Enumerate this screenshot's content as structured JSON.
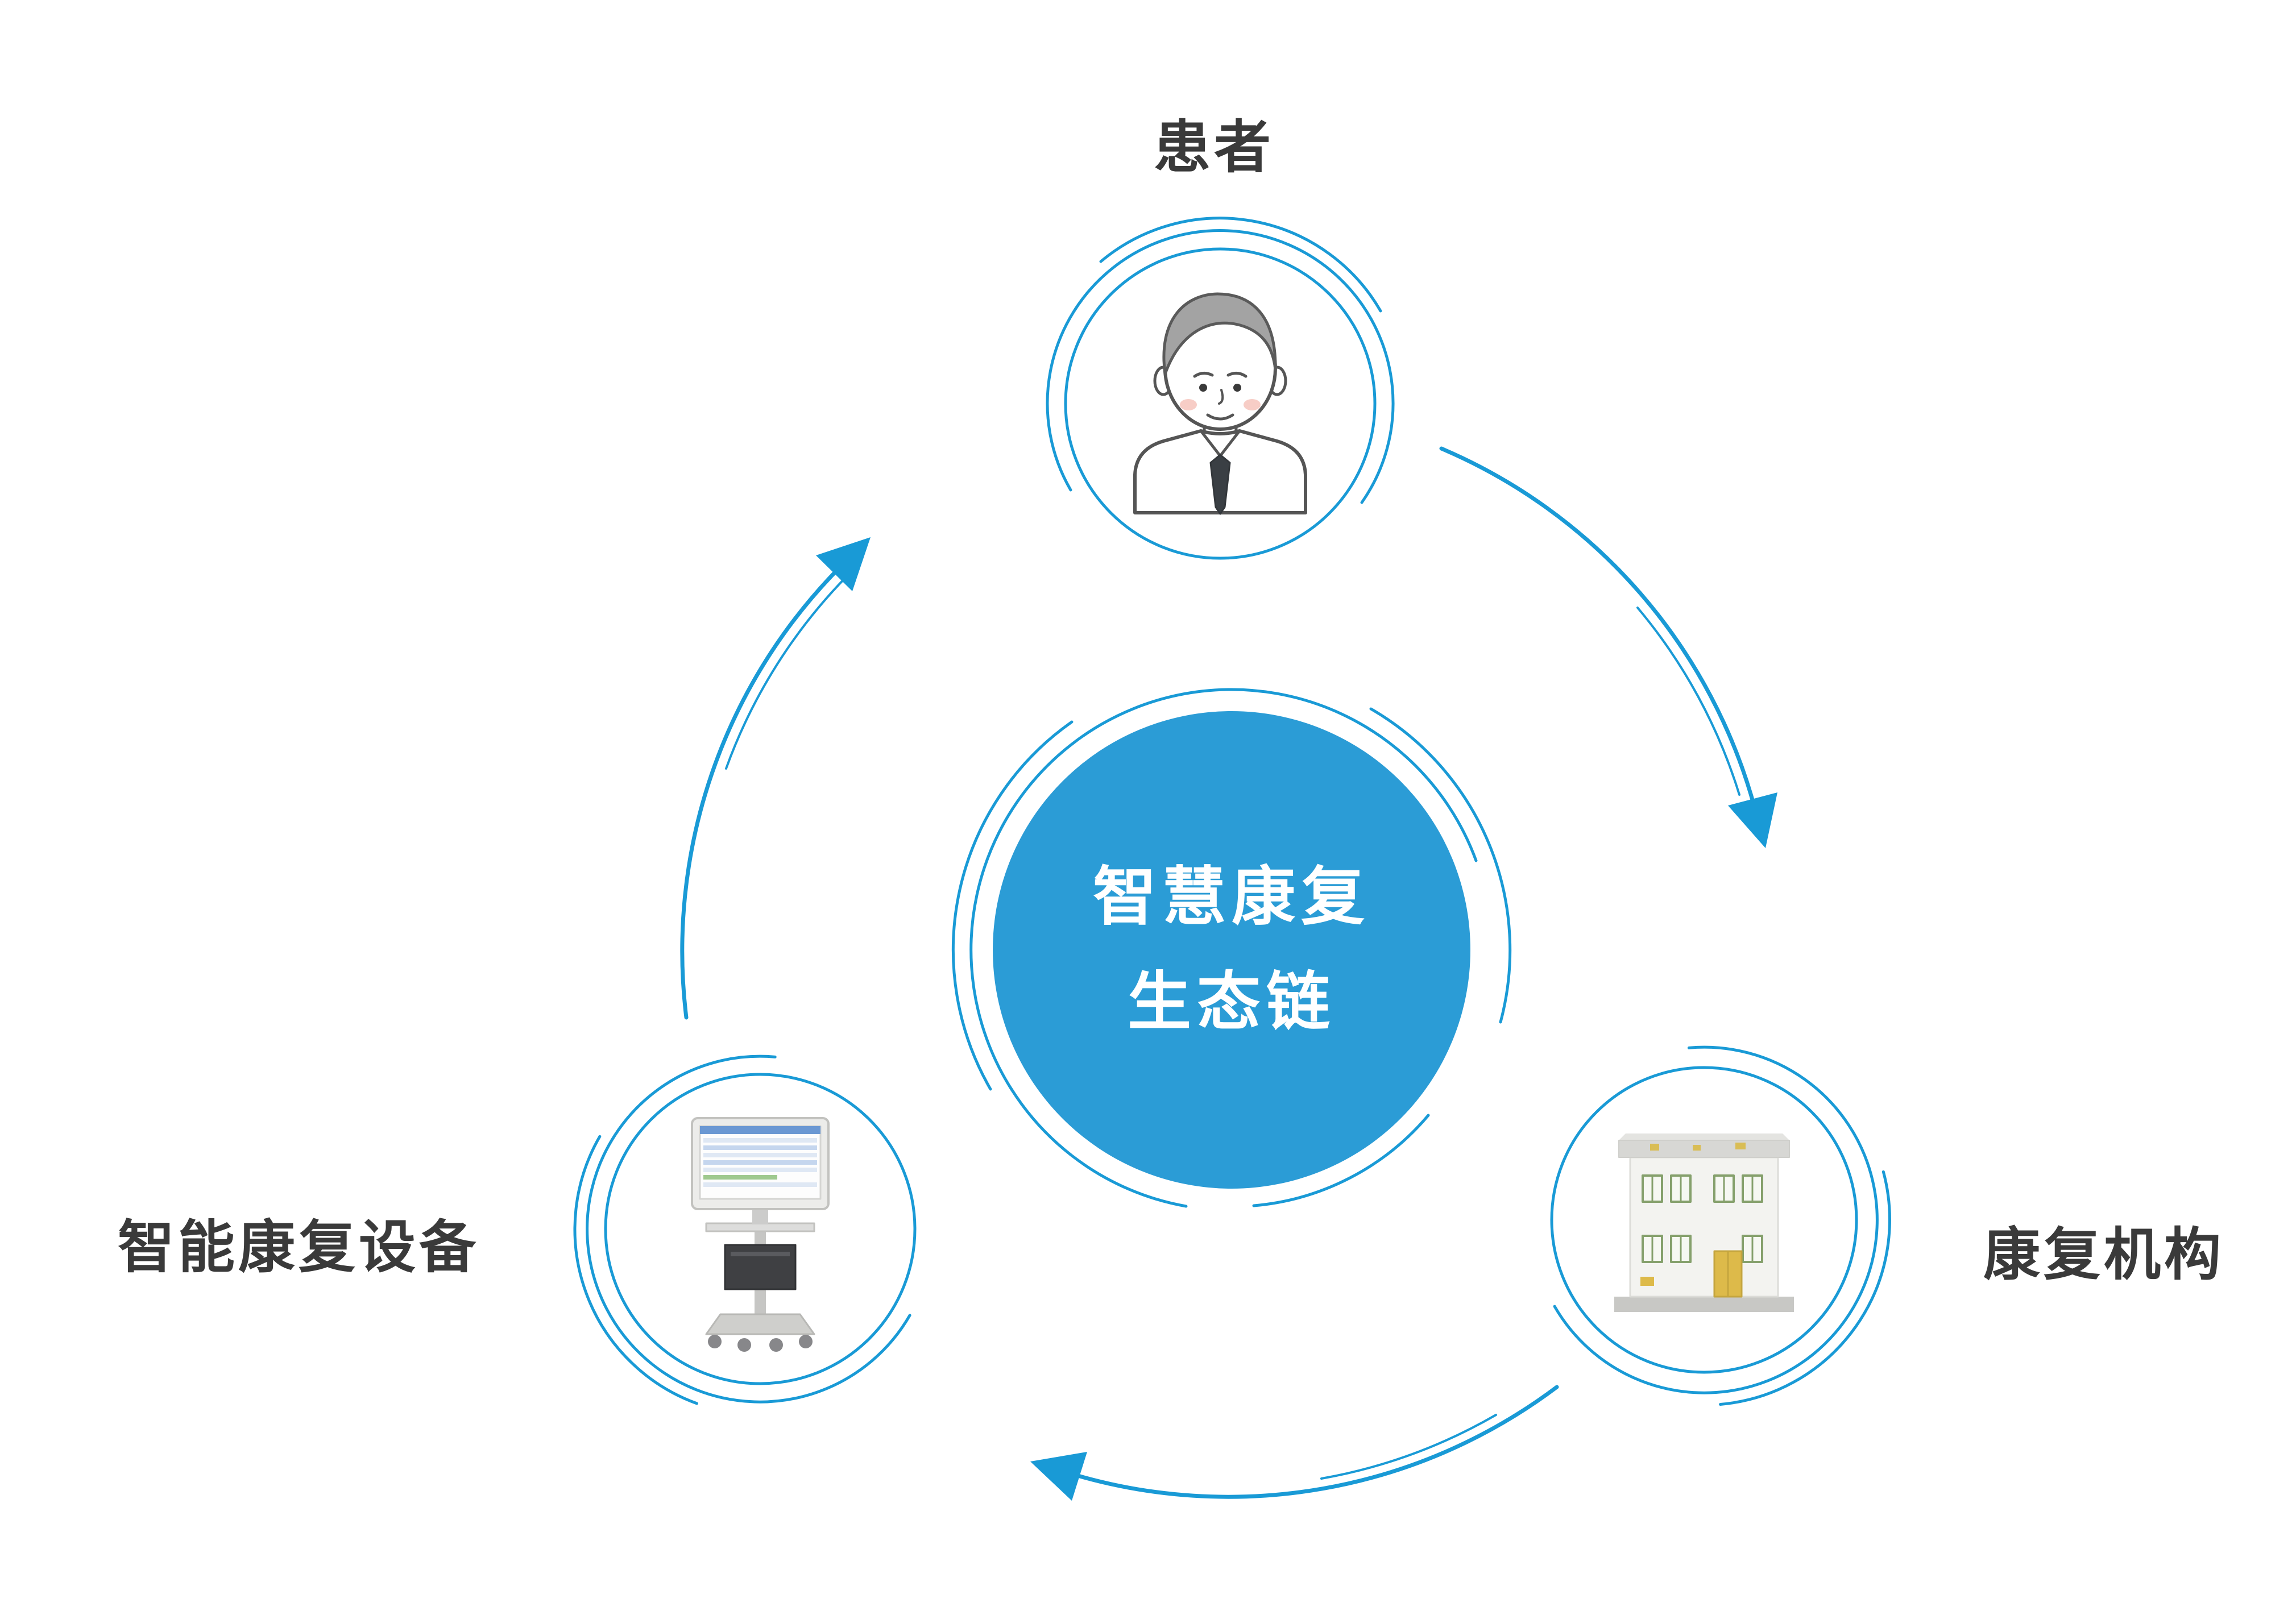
{
  "diagram": {
    "type": "cycle",
    "flow_direction": "clockwise",
    "center": {
      "line1": "智慧康复",
      "line2": "生态链"
    },
    "nodes": {
      "top": {
        "label": "患者",
        "icon": "patient-icon"
      },
      "right": {
        "label": "康复机构",
        "icon": "rehab-institution-icon"
      },
      "left": {
        "label": "智能康复设备",
        "icon": "rehab-device-icon"
      }
    },
    "colors": {
      "accent_blue": "#199AD6",
      "center_circle_fill": "#2B9CD6",
      "label_text": "#3A3A3A",
      "background": "#FFFFFF"
    }
  }
}
